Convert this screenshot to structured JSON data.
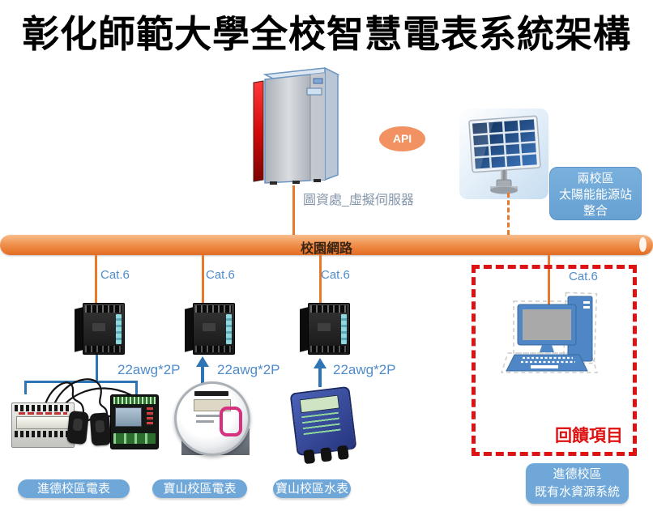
{
  "title": "彰化師範大學全校智慧電表系統架構",
  "server": {
    "caption": "圖資處_虛擬伺服器"
  },
  "api_badge": {
    "label": "API"
  },
  "solar_box": {
    "lines": [
      "兩校區",
      "太陽能能源站",
      "整合"
    ]
  },
  "network_bar": {
    "label": "校園網路"
  },
  "cat6_labels": [
    "Cat.6",
    "Cat.6",
    "Cat.6",
    "Cat.6"
  ],
  "wire_labels": [
    "22awg*2P",
    "22awg*2P",
    "22awg*2P"
  ],
  "feedback_box": {
    "label": "回饋項目"
  },
  "meter_pills": [
    "進德校區電表",
    "寶山校區電表",
    "寶山校區水表"
  ],
  "water_system_pill": {
    "lines": [
      "進德校區",
      "既有水資源系統"
    ]
  },
  "colors": {
    "accent_orange": "#E8782C",
    "line_blue": "#2E75B6",
    "text_blue": "#4F8CC9",
    "pill_blue": "#6FA8D8",
    "alert_red": "#DD1212"
  }
}
